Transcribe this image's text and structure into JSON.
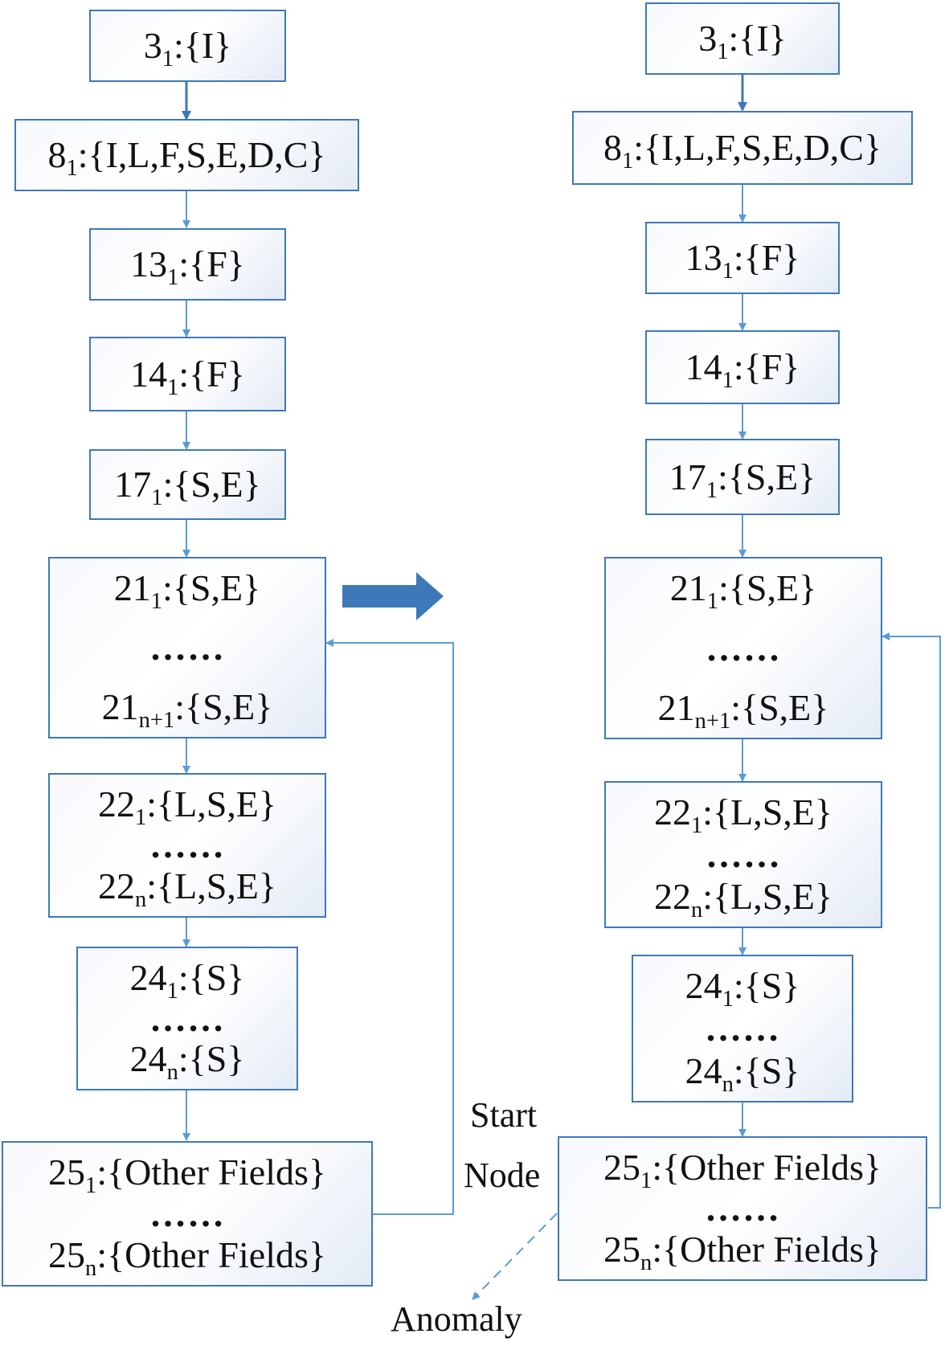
{
  "left_flow": [
    {
      "lines": [
        {
          "num": "3",
          "sub": "1",
          "set": ":{I}"
        }
      ]
    },
    {
      "lines": [
        {
          "num": "8",
          "sub": "1",
          "set": ":{I,L,F,S,E,D,C}"
        }
      ]
    },
    {
      "lines": [
        {
          "num": "13",
          "sub": "1",
          "set": ":{F}"
        }
      ]
    },
    {
      "lines": [
        {
          "num": "14",
          "sub": "1",
          "set": ":{F}"
        }
      ]
    },
    {
      "lines": [
        {
          "num": "17",
          "sub": "1",
          "set": ":{S,E}"
        }
      ]
    },
    {
      "lines": [
        {
          "num": "21",
          "sub": "1",
          "set": ":{S,E}"
        },
        {
          "num": "21",
          "sub": "n+1",
          "set": ":{S,E}"
        }
      ]
    },
    {
      "lines": [
        {
          "num": "22",
          "sub": "1",
          "set": ":{L,S,E}"
        },
        {
          "num": "22",
          "sub": "n",
          "set": ":{L,S,E}"
        }
      ]
    },
    {
      "lines": [
        {
          "num": "24",
          "sub": "1",
          "set": ":{S}"
        },
        {
          "num": "24",
          "sub": "n",
          "set": ":{S}"
        }
      ]
    },
    {
      "lines": [
        {
          "num": "25",
          "sub": "1",
          "set": ":{Other Fields}"
        },
        {
          "num": "25",
          "sub": "n",
          "set": ":{Other Fields}"
        }
      ]
    }
  ],
  "right_flow": [
    {
      "lines": [
        {
          "num": "3",
          "sub": "1",
          "set": ":{I}"
        }
      ]
    },
    {
      "lines": [
        {
          "num": "8",
          "sub": "1",
          "set": ":{I,L,F,S,E,D,C}"
        }
      ]
    },
    {
      "lines": [
        {
          "num": "13",
          "sub": "1",
          "set": ":{F}"
        }
      ]
    },
    {
      "lines": [
        {
          "num": "14",
          "sub": "1",
          "set": ":{F}"
        }
      ]
    },
    {
      "lines": [
        {
          "num": "17",
          "sub": "1",
          "set": ":{S,E}"
        }
      ]
    },
    {
      "lines": [
        {
          "num": "21",
          "sub": "1",
          "set": ":{S,E}"
        },
        {
          "num": "21",
          "sub": "n+1",
          "set": ":{S,E}"
        }
      ]
    },
    {
      "lines": [
        {
          "num": "22",
          "sub": "1",
          "set": ":{L,S,E}"
        },
        {
          "num": "22",
          "sub": "n",
          "set": ":{L,S,E}"
        }
      ]
    },
    {
      "lines": [
        {
          "num": "24",
          "sub": "1",
          "set": ":{S}"
        },
        {
          "num": "24",
          "sub": "n",
          "set": ":{S}"
        }
      ]
    },
    {
      "lines": [
        {
          "num": "25",
          "sub": "1",
          "set": ":{Other Fields}"
        },
        {
          "num": "25",
          "sub": "n",
          "set": ":{Other Fields}"
        }
      ]
    }
  ],
  "ellipsis": "……",
  "labels": {
    "start_line1": "Start",
    "start_line2": "Node",
    "anomaly": "Anomaly"
  },
  "colors": {
    "box_border": "#3f78b8",
    "connector": "#5b9bd5",
    "transform_arrow": "#3f78b8"
  }
}
